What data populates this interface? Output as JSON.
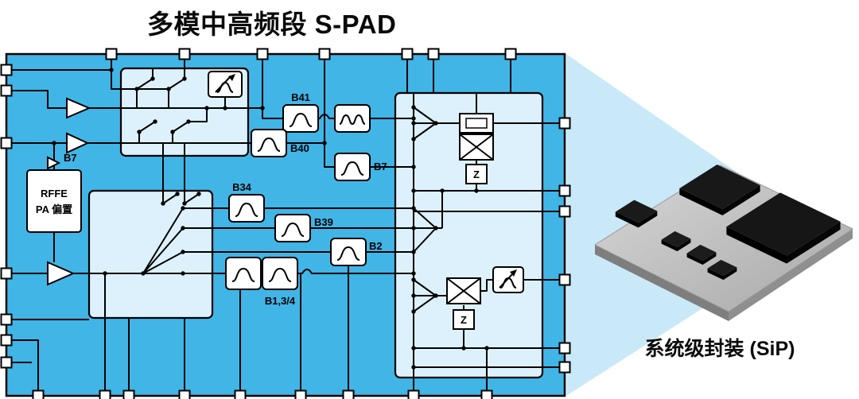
{
  "title": "多模中高频段 S-PAD",
  "sip": {
    "label": "系统级封装 (SiP)"
  },
  "schematic": {
    "rffe_box": {
      "line1": "RFFE",
      "line2": "PA 偏置"
    },
    "tx_path_label": "B7",
    "filters": {
      "b41": "B41",
      "b40": "B40",
      "b7": "B7",
      "b34": "B34",
      "b39": "B39",
      "b2": "B2",
      "b134": "B1,3/4"
    },
    "impedance": {
      "z_top": "Z",
      "z_bottom": "Z"
    }
  },
  "colors": {
    "board_blue": "#41B5E6",
    "panel_blue": "#DCF1FB",
    "beam_blue": "#C9E9F8",
    "pcb_gray_light": "#D2D2D2",
    "pcb_gray_dark": "#ACACAC",
    "chip_black": "#111111"
  }
}
